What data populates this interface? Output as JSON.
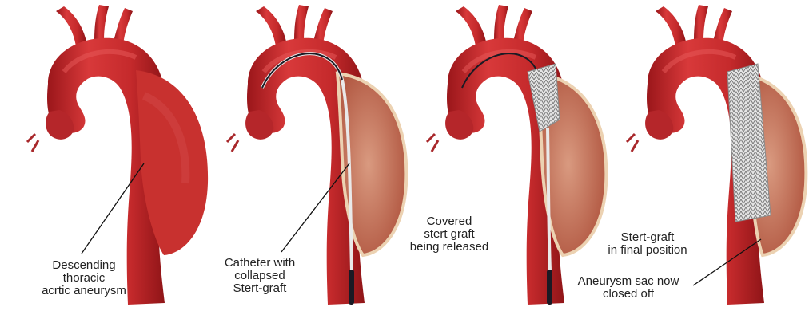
{
  "figure": {
    "panels": [
      {
        "label_lines": [
          "Descending",
          "thoracic",
          "acrtic aneurysm"
        ]
      },
      {
        "label_lines": [
          "Catheter with",
          "collapsed",
          "Stert-graft"
        ]
      },
      {
        "label_lines": [
          "Covered",
          "stert graft",
          "being released"
        ]
      },
      {
        "label_lines": [
          "Stert-graft",
          "in final position"
        ],
        "secondary_label_lines": [
          "Aneurysm sac now",
          "closed off"
        ]
      }
    ],
    "colors": {
      "aorta": "#c52a2c",
      "aorta_dark": "#8e1417",
      "aneurysm_sac": "#c97a62",
      "sac_rim": "#e8c9a6",
      "stent": "#dcdcdc",
      "catheter": "#1a1a24",
      "leader_line": "#111111"
    }
  }
}
